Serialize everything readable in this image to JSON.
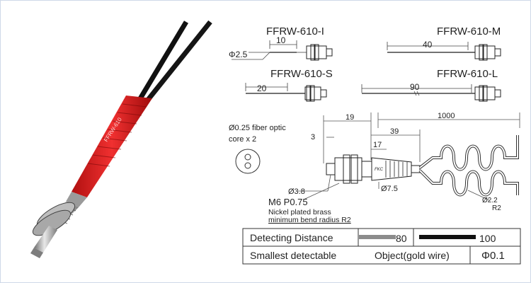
{
  "models": {
    "i": {
      "name": "FFRW-610-I",
      "length": "10",
      "diameter": "Φ2.5"
    },
    "m": {
      "name": "FFRW-610-M",
      "length": "40"
    },
    "s": {
      "name": "FFRW-610-S",
      "length": "20"
    },
    "l": {
      "name": "FFRW-610-L",
      "length": "90"
    }
  },
  "fiber": {
    "label_line1": "Ø0.25 fiber optic",
    "label_line2": "core x 2"
  },
  "drawing": {
    "dim_total": "1000",
    "dim_head": "19",
    "dim_body": "39",
    "dim_tip": "3",
    "dim_nut": "17",
    "dia_tip": "Ø3.8",
    "dia_body": "Ø7.5",
    "dia_cable": "Ø2.2",
    "bend_radius": "R2",
    "thread": "M6  P0.75",
    "material": "Nickel plated brass",
    "min_bend": "minimum bend radius R2",
    "brand_mark": "FKC",
    "sleeve_text": "FFRW-610"
  },
  "specs": {
    "detect_label": "Detecting  Distance",
    "detect_val_a": "80",
    "detect_val_b": "100",
    "smallest_label": "Smallest  detectable",
    "smallest_object": "Object(gold wire)",
    "smallest_value": "Φ0.1"
  },
  "colors": {
    "gray_bar": "#8c8c8c",
    "black_bar": "#111111",
    "sleeve": "#e02020"
  }
}
